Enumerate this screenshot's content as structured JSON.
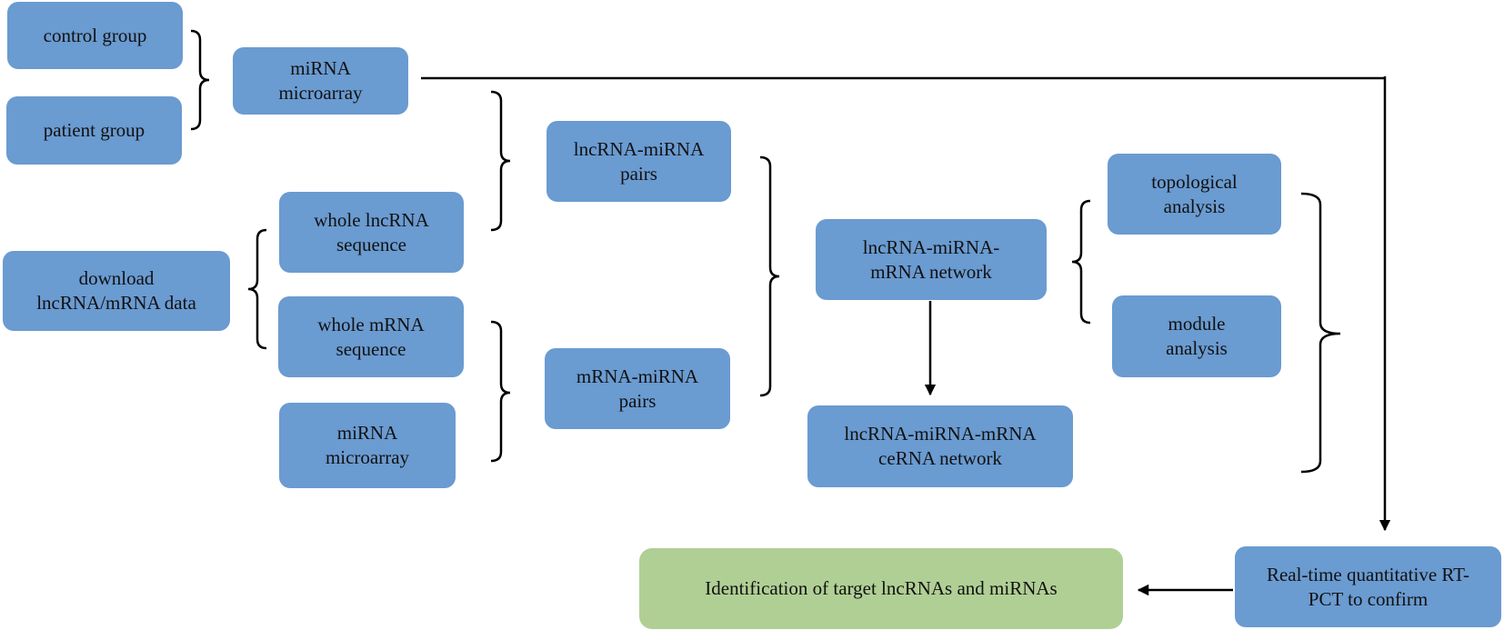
{
  "colors": {
    "box_blue": "#6a9bd1",
    "box_green": "#b0cf95",
    "line": "#000000"
  },
  "nodes": {
    "control_group": "control group",
    "patient_group": "patient group",
    "mirna_microarray_top": "miRNA\nmicroarray",
    "download_data": "download\nlncRNA/mRNA data",
    "whole_lncrna": "whole lncRNA\nsequence",
    "whole_mrna": "whole mRNA\nsequence",
    "mirna_microarray_bottom": "miRNA\nmicroarray",
    "lncrna_mirna_pairs": "lncRNA-miRNA\npairs",
    "mrna_mirna_pairs": "mRNA-miRNA\npairs",
    "lncrna_mirna_mrna_network": "lncRNA-miRNA-\nmRNA network",
    "cerna_network": "lncRNA-miRNA-mRNA\nceRNA network",
    "topological_analysis": "topological\nanalysis",
    "module_analysis": "module\nanalysis",
    "rt_pct": "Real-time quantitative RT-\nPCT to confirm",
    "identification": "Identification of target lncRNAs and miRNAs"
  }
}
